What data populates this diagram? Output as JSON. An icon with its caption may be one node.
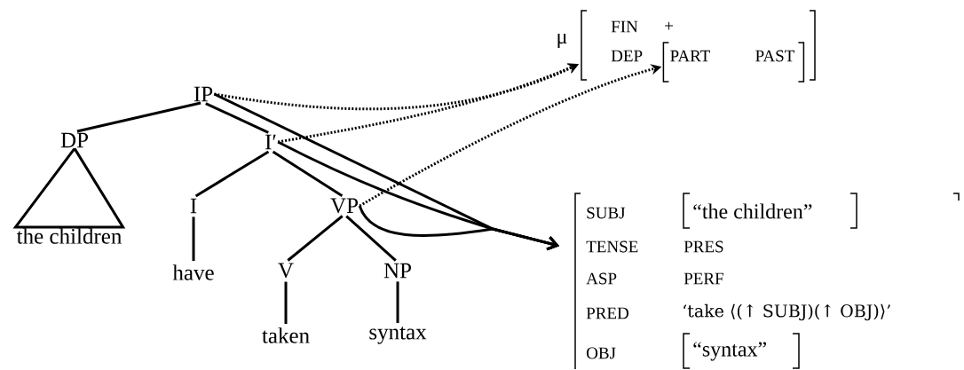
{
  "diagram": {
    "nodes": [
      {
        "text": [
          "IP"
        ]
      },
      {
        "text": [
          "DP"
        ]
      },
      {
        "text": [
          "I′"
        ]
      },
      {
        "text": [
          "the children"
        ]
      },
      {
        "text": [
          "I"
        ]
      },
      {
        "text": [
          "VP"
        ]
      },
      {
        "text": [
          "have"
        ]
      },
      {
        "text": [
          "V"
        ]
      },
      {
        "text": [
          "NP"
        ]
      },
      {
        "text": [
          "taken"
        ]
      },
      {
        "text": [
          "syntax"
        ]
      },
      {
        "text": [
          "FIN",
          "+",
          "DEP"
        ]
      },
      {
        "text": [
          "PART",
          "PAST"
        ],
        "in": 11
      },
      {
        "text": [
          "SUBJ",
          "“the children”",
          "TENSE",
          "PRES",
          "ASP",
          "PERF",
          "PRED",
          "‘take ⟨(↑ SUBJ)(↑ OBJ)⟩’",
          "OBJ",
          "“syntax”"
        ]
      }
    ],
    "edges": [
      {
        "from": 0,
        "to": 1,
        "arrow": "none"
      },
      {
        "from": 0,
        "to": 2,
        "arrow": "none"
      },
      {
        "from": 1,
        "to": 3,
        "arrow": "none"
      },
      {
        "from": 2,
        "to": 4,
        "arrow": "none"
      },
      {
        "from": 2,
        "to": 5,
        "arrow": "none"
      },
      {
        "from": 4,
        "to": 6,
        "arrow": "none"
      },
      {
        "from": 5,
        "to": 7,
        "arrow": "none"
      },
      {
        "from": 5,
        "to": 8,
        "arrow": "none"
      },
      {
        "from": 7,
        "to": 9,
        "arrow": "none"
      },
      {
        "from": 8,
        "to": 10,
        "arrow": "none"
      },
      {
        "from": 0,
        "to": 13,
        "arrow": "to"
      },
      {
        "from": 2,
        "to": 13,
        "arrow": "to"
      },
      {
        "from": 5,
        "to": 13,
        "arrow": "to"
      },
      {
        "from": 0,
        "to": 11,
        "arrow": "to",
        "style": "dashed"
      },
      {
        "from": 2,
        "to": 11,
        "arrow": "to",
        "style": "dashed"
      },
      {
        "from": 5,
        "to": 12,
        "arrow": "to",
        "style": "dashed"
      }
    ],
    "labels": [
      "μ"
    ]
  }
}
